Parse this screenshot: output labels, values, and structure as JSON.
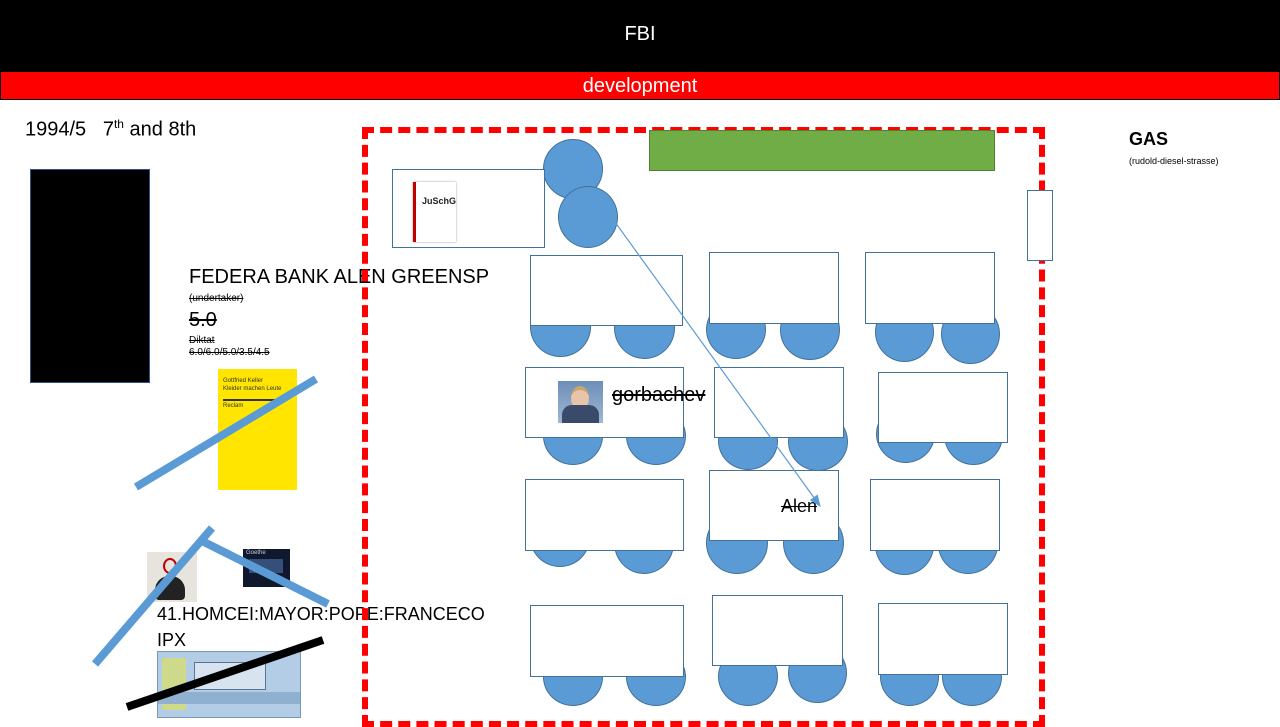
{
  "header": {
    "title": "FBI",
    "subtitle": "development"
  },
  "left": {
    "date": "1994/5",
    "grade_base_1": "7",
    "grade_sup_1": "th",
    "grade_and": "and 8th",
    "name_line": "FEDERA BANK ALEN GREENSP",
    "role_note": "(undertaker)",
    "grade_big": "5.0",
    "diktat_label": "Diktat",
    "diktat_grades": "6.0/6.0/5.0/3.5/4.5",
    "book_title": "Gottfried Keller\nKleider machen Leute",
    "book_publisher": "Reclam",
    "item_41": "41.HOMCEI:MAYOR:POPE:FRANCECO",
    "item_ipx": "IPX",
    "thumb2_title": "Goethe"
  },
  "room": {
    "juschg_title": "JuSchG",
    "portrait_label": "gorbachev",
    "arrow_target_label": "Alen"
  },
  "right": {
    "gas_title": "GAS",
    "gas_address": "(rudold-diesel-strasse)"
  },
  "colors": {
    "accent_red": "#ff0000",
    "chair_blue": "#5b9bd5",
    "green_board": "#70ad47",
    "strike_blue": "#5b9bd5"
  }
}
